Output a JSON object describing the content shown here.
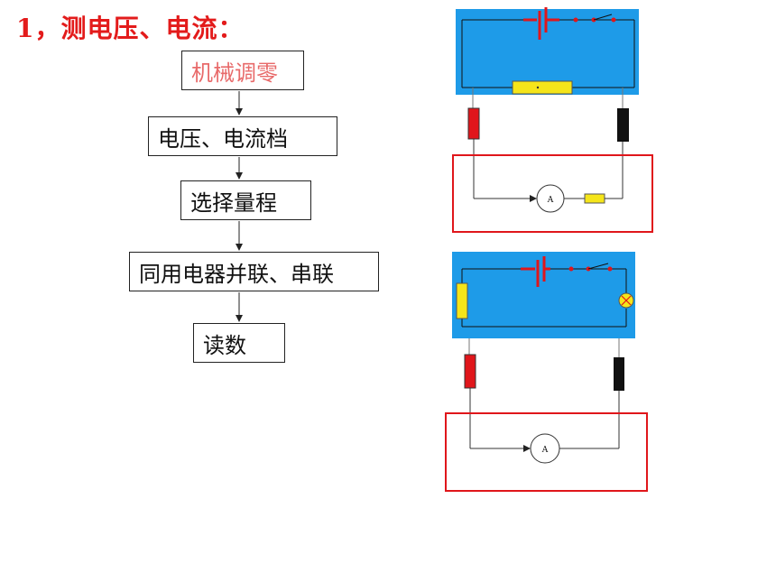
{
  "title": "1，测电压、电流：",
  "flow": {
    "step1": "机械调零",
    "step2": "电压、电流档",
    "step3": "选择量程",
    "step4": "同用电器并联、串联",
    "step5": "读数"
  },
  "circuit_top": {
    "meter_label": "A",
    "resistor_dot": "·"
  },
  "circuit_bottom": {
    "meter_label": "A"
  },
  "colors": {
    "title": "#e31b1b",
    "panel": "#1e9be8",
    "probe_red": "#e0161b",
    "probe_black": "#111111",
    "resistor": "#f5e51a",
    "frame": "#e0161b"
  }
}
